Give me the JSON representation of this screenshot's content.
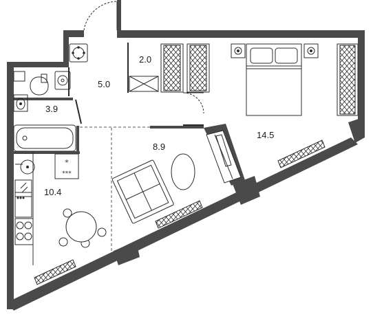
{
  "plan": {
    "colors": {
      "wall": "#4a4a4a",
      "line": "#2b2b2b",
      "background": "#ffffff",
      "dash": "#555555"
    },
    "rooms": [
      {
        "id": "hall",
        "area": "5.0"
      },
      {
        "id": "wardrobe",
        "area": "2.0"
      },
      {
        "id": "bathroom",
        "area": "3.9"
      },
      {
        "id": "living",
        "area": "8.9"
      },
      {
        "id": "bedroom",
        "area": "14.5"
      },
      {
        "id": "kitchen",
        "area": "10.4"
      }
    ],
    "fixtures": {
      "cooktop_mark_top": "*",
      "cooktop_mark_bottom": "***"
    },
    "icons": [
      "door-swing-icon",
      "washing-machine-icon",
      "toilet-icon",
      "sink-icon",
      "bathtub-icon",
      "wardrobe-icon",
      "double-bed-icon",
      "nightstand-lamp-icon",
      "sofa-icon",
      "coffee-table-icon",
      "tv-console-icon",
      "dining-table-icon",
      "chair-icon",
      "cooktop-icon",
      "radiator-icon"
    ]
  }
}
